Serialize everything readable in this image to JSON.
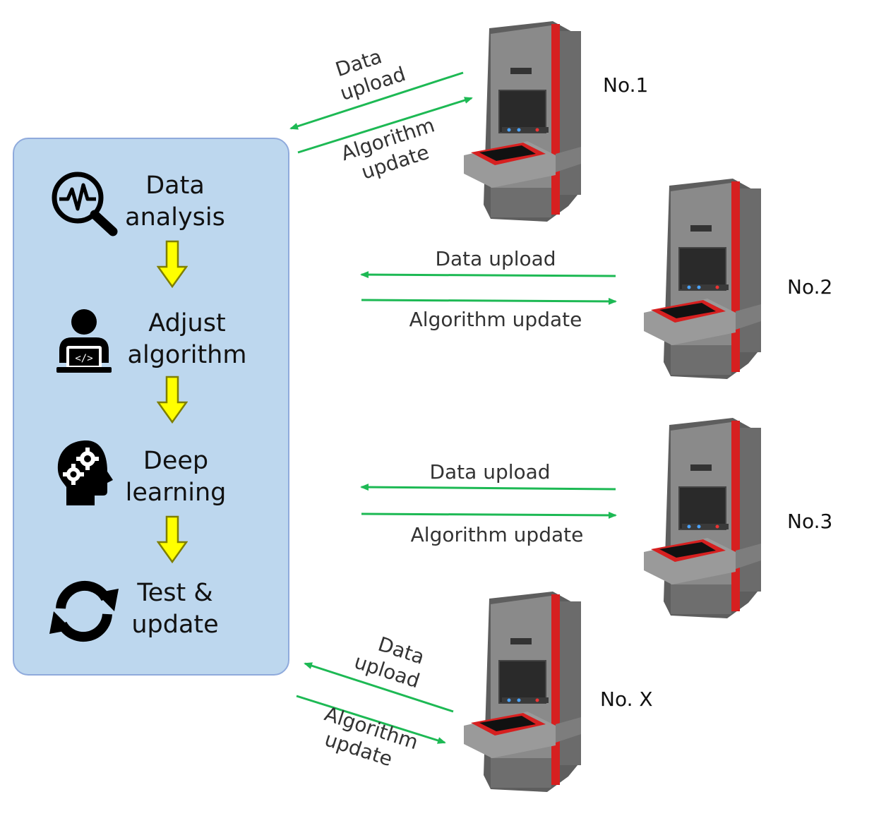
{
  "colors": {
    "panel_fill": "#bdd7ee",
    "panel_border": "#8faadc",
    "flow_arrow_fill": "#ffff00",
    "flow_arrow_stroke": "#7f7f00",
    "link_arrow": "#1db954",
    "machine_body": "#7a7a7a",
    "machine_accent": "#d62020"
  },
  "process": {
    "steps": [
      {
        "line1": "Data",
        "line2": "analysis",
        "icon": "magnifier-pulse-icon"
      },
      {
        "line1": "Adjust",
        "line2": "algorithm",
        "icon": "developer-laptop-icon"
      },
      {
        "line1": "Deep",
        "line2": "learning",
        "icon": "head-gears-icon"
      },
      {
        "line1": "Test &",
        "line2": "update",
        "icon": "sync-arrows-icon"
      }
    ]
  },
  "links": [
    {
      "upload": [
        "Data",
        "upload"
      ],
      "update": [
        "Algorithm",
        "update"
      ]
    },
    {
      "upload": [
        "Data upload"
      ],
      "update": [
        "Algorithm update"
      ]
    },
    {
      "upload": [
        "Data upload"
      ],
      "update": [
        "Algorithm update"
      ]
    },
    {
      "upload": [
        "Data",
        "upload"
      ],
      "update": [
        "Algorithm",
        "update"
      ]
    }
  ],
  "machines": [
    {
      "label": "No.1"
    },
    {
      "label": "No.2"
    },
    {
      "label": "No.3"
    },
    {
      "label": "No. X"
    }
  ]
}
